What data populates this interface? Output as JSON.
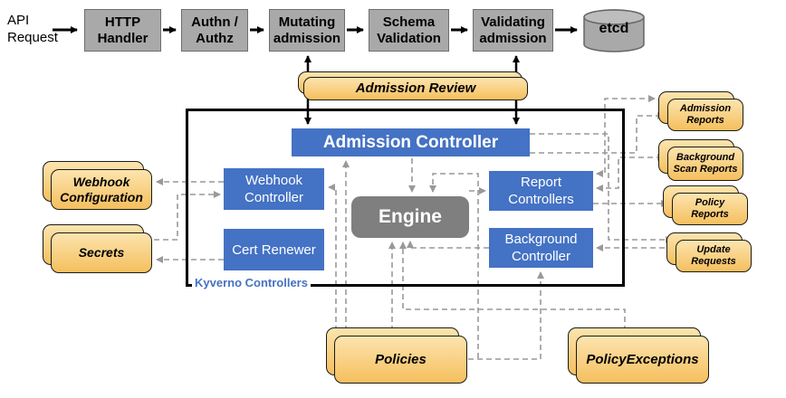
{
  "pipeline": {
    "request_label": "API Request",
    "stages": [
      {
        "label": "HTTP Handler"
      },
      {
        "label": "Authn / Authz"
      },
      {
        "label": "Mutating admission"
      },
      {
        "label": "Schema Validation"
      },
      {
        "label": "Validating admission"
      }
    ],
    "datastore_label": "etcd"
  },
  "admission_review_label": "Admission Review",
  "kyverno_box": {
    "label": "Kyverno Controllers",
    "nodes": {
      "admission_controller": "Admission Controller",
      "webhook_controller": "Webhook Controller",
      "cert_renewer": "Cert Renewer",
      "engine": "Engine",
      "report_controllers": "Report Controllers",
      "background_controller": "Background Controller"
    }
  },
  "resources": {
    "webhook_configuration": "Webhook Configuration",
    "secrets": "Secrets",
    "admission_reports": "Admission Reports",
    "background_scan_reports": "Background Scan Reports",
    "policy_reports": "Policy Reports",
    "update_requests": "Update Requests",
    "policies": "Policies",
    "policy_exceptions": "PolicyExceptions"
  },
  "colors": {
    "node_blue": "#4472C4",
    "process_gray": "#A9A9A9",
    "engine_gray": "#7F7F7F",
    "resource_orange_top": "#FCE4AE",
    "resource_orange_bottom": "#F5BF5E",
    "connector_gray": "#999999",
    "connector_black": "#000000",
    "container_border": "#000000",
    "container_label_blue": "#4472C4"
  }
}
